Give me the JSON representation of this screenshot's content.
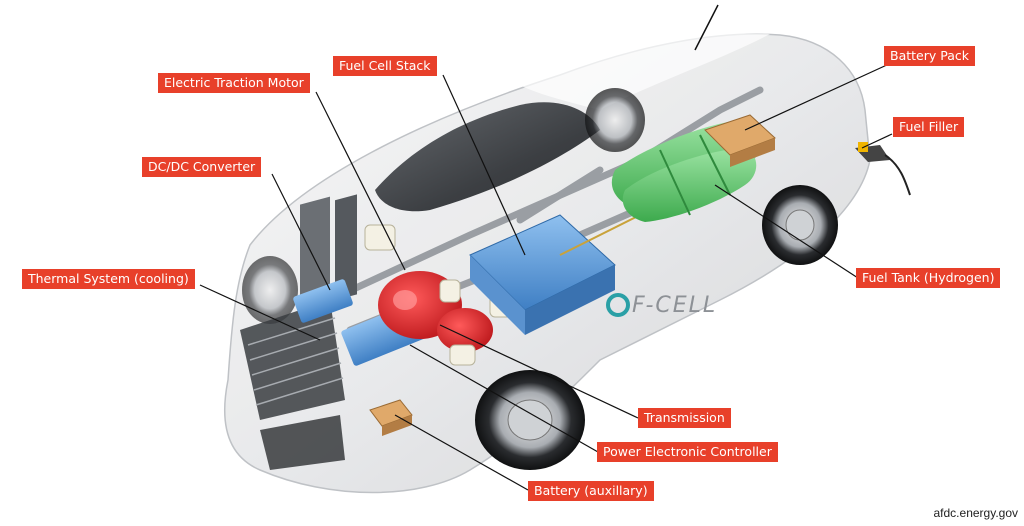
{
  "diagram": {
    "labels": {
      "electric_traction_motor": "Electric Traction Motor",
      "fuel_cell_stack": "Fuel Cell Stack",
      "battery_pack": "Battery Pack",
      "fuel_filler": "Fuel Filler",
      "dc_dc_converter": "DC/DC Converter",
      "thermal_system": "Thermal System (cooling)",
      "fuel_tank": "Fuel Tank (Hydrogen)",
      "transmission": "Transmission",
      "power_electronic_controller": "Power Electronic Controller",
      "battery_auxillary": "Battery (auxillary)"
    },
    "car_badge": "F-CELL",
    "credit": "afdc.energy.gov"
  },
  "colors": {
    "callout_bg": "#e8402a",
    "callout_text": "#ffffff",
    "motor_red": "#d8262c",
    "battery_blue": "#4f8fd0",
    "tank_green": "#5bc46a",
    "battery_orange": "#d89a55"
  }
}
